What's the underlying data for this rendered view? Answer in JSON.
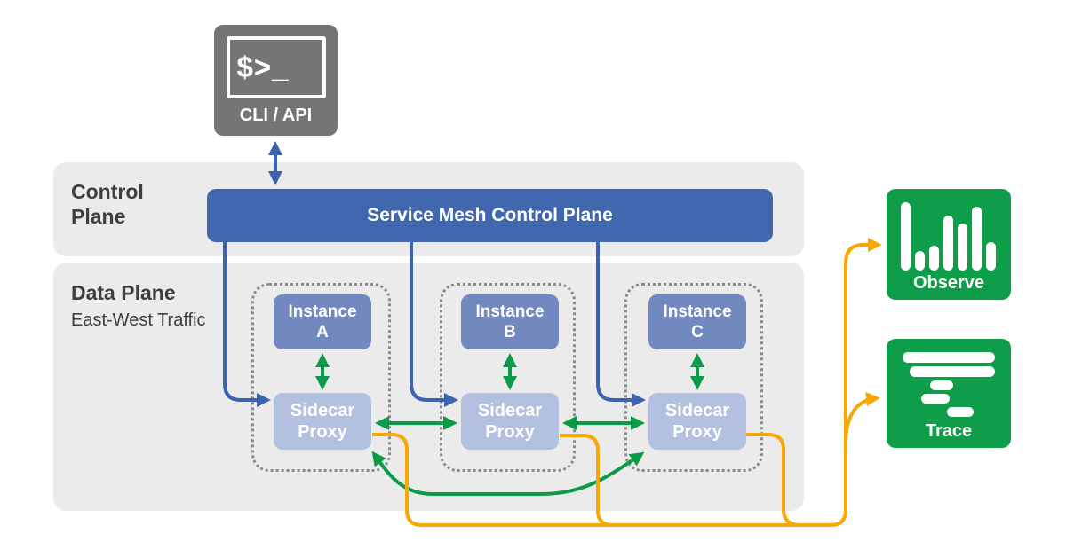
{
  "cli": {
    "prompt": "$>_",
    "label": "CLI / API"
  },
  "control_plane": {
    "band_label_line1": "Control",
    "band_label_line2": "Plane",
    "bar_label": "Service Mesh Control Plane"
  },
  "data_plane": {
    "label": "Data Plane",
    "sublabel": "East-West Traffic"
  },
  "groups": [
    {
      "instance_line1": "Instance",
      "instance_line2": "A",
      "proxy_line1": "Sidecar",
      "proxy_line2": "Proxy"
    },
    {
      "instance_line1": "Instance",
      "instance_line2": "B",
      "proxy_line1": "Sidecar",
      "proxy_line2": "Proxy"
    },
    {
      "instance_line1": "Instance",
      "instance_line2": "C",
      "proxy_line1": "Sidecar",
      "proxy_line2": "Proxy"
    }
  ],
  "outputs": [
    {
      "label": "Observe",
      "icon": "bar-chart-icon"
    },
    {
      "label": "Trace",
      "icon": "trace-spans-icon"
    }
  ],
  "colors": {
    "control_bar_blue": "#4066ae",
    "instance_blue": "#7289bf",
    "sidecar_blue": "#b3c0df",
    "arrow_blue": "#3c63af",
    "arrow_green": "#0b9b48",
    "arrow_yellow": "#f8a801",
    "output_green": "#0e9d48",
    "terminal_gray": "#757575",
    "band_gray": "#ebebeb"
  }
}
